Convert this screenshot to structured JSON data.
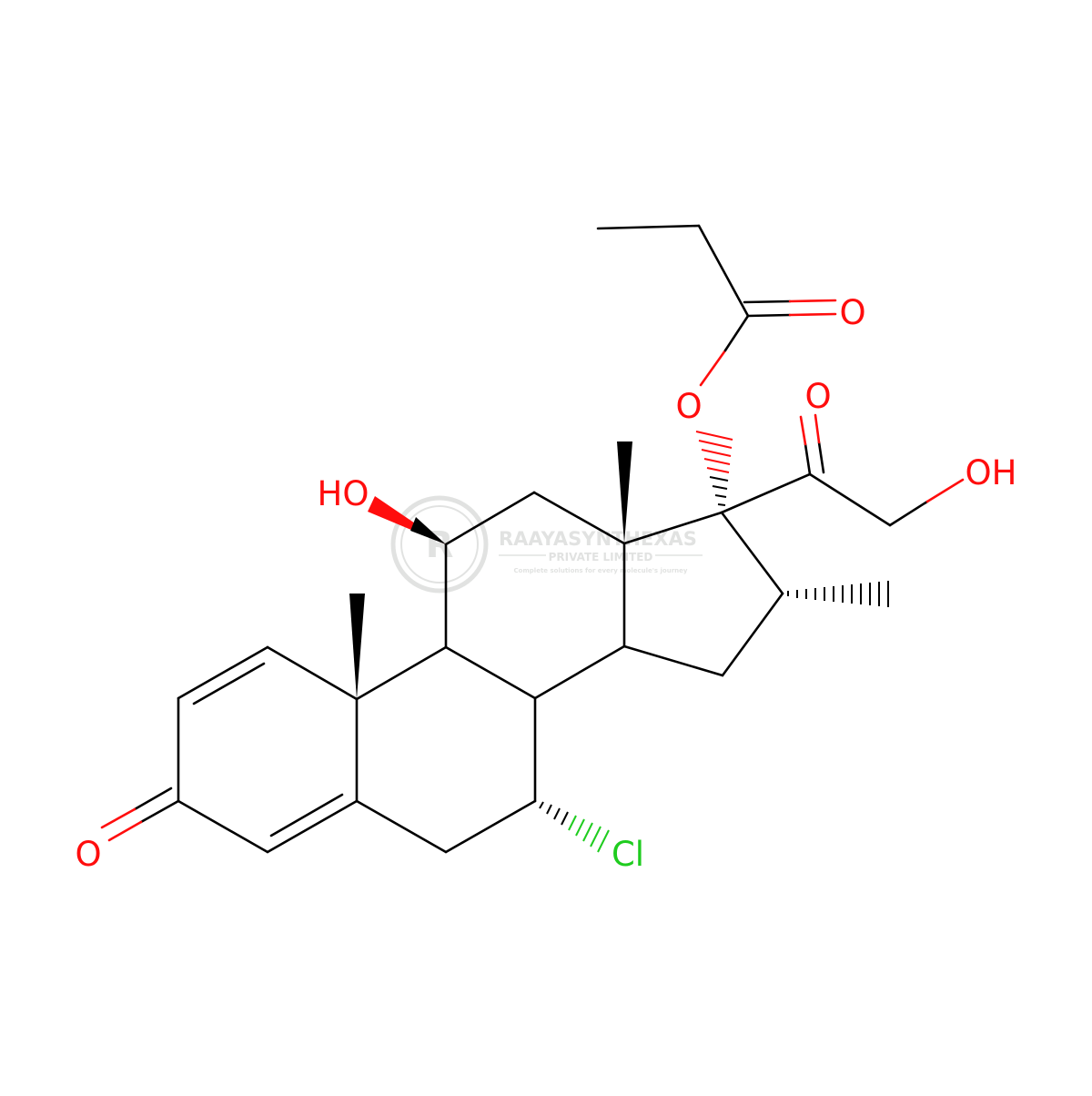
{
  "colors": {
    "bond": "#000000",
    "oxygen": "#ff0d0d",
    "chlorine": "#1fcc1f",
    "watermark": "#c9ccc9",
    "background": "#ffffff"
  },
  "watermark": {
    "logo": "RAAYASYNTHEXAS",
    "line1": "RAAYASYNTHEXAS",
    "line2": "PRIVATE LIMITED",
    "line3": "Complete solutions for every molecule's journey"
  },
  "atom_labels": {
    "ketone_o_top": "O",
    "ester_o": "O",
    "keto_o": "O",
    "oh_right": "OH",
    "oh_left": "HO",
    "chlorine": "Cl",
    "enone_o": "O"
  }
}
